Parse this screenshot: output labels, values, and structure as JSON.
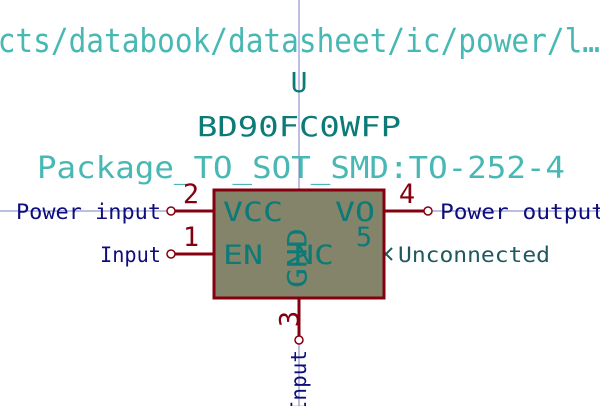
{
  "symbol": {
    "library_path": "…cts/databook/datasheet/ic/power/l…",
    "reference": "U",
    "value": "BD90FC0WFP",
    "footprint": "Package_TO_SOT_SMD:TO-252-4"
  },
  "pins": [
    {
      "number": "2",
      "name": "VCC",
      "net": "Power input"
    },
    {
      "number": "1",
      "name": "EN",
      "net": "Input"
    },
    {
      "number": "3",
      "name": "GND",
      "net": "Input"
    },
    {
      "number": "4",
      "name": "VO",
      "net": "Power output"
    },
    {
      "number": "5",
      "name": "NC",
      "net": "Unconnected"
    }
  ],
  "colors": {
    "body_fill": "#84846a",
    "body_outline": "#84000f",
    "pin_line": "#84000f",
    "grid_line": "#7b7fc4",
    "field_text": "#48b8b4",
    "reference_text": "#0c7b78",
    "net_text": "#0d0d7d"
  }
}
